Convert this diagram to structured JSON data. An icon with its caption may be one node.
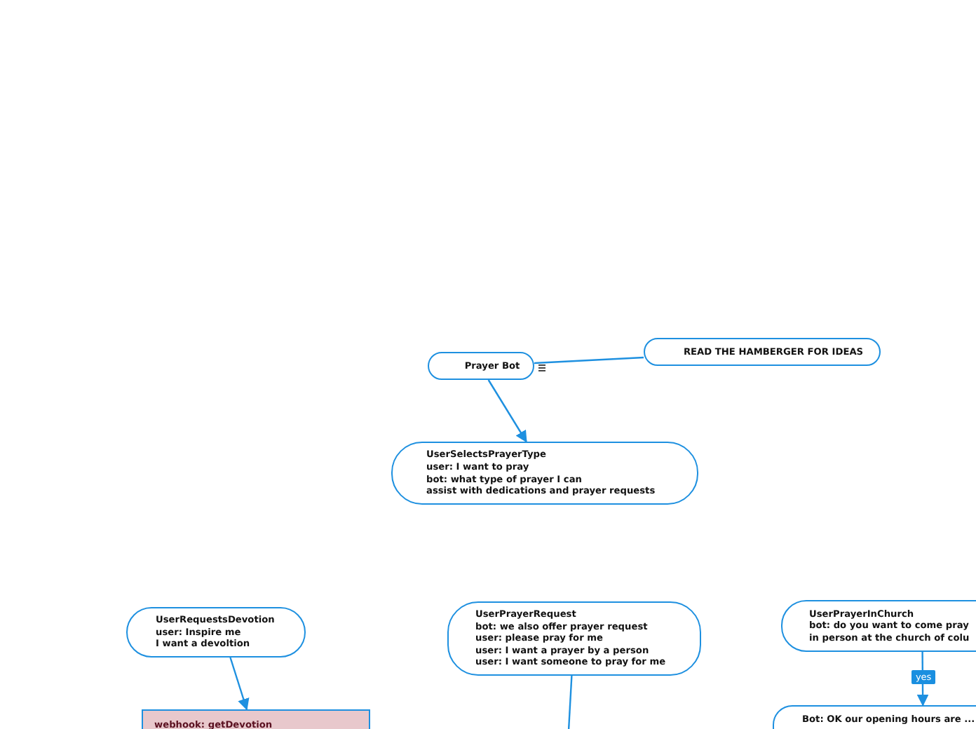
{
  "diagram": {
    "nodes": [
      {
        "text": [
          "Prayer Bot"
        ]
      },
      {
        "text": [
          "READ THE HAMBERGER FOR IDEAS"
        ]
      },
      {
        "text": [
          "UserSelectsPrayerType",
          "user: I want to pray",
          "bot: what type of prayer I can",
          "assist with dedications and prayer requests"
        ]
      },
      {
        "text": [
          "UserRequestsDevotion",
          "user: Inspire me",
          "I want a devoltion"
        ]
      },
      {
        "text": [
          "webhook: getDevotion"
        ]
      },
      {
        "text": [
          "UserPrayerRequest",
          "bot: we also offer prayer request",
          "user: please pray for me",
          "user: I want a prayer by a person",
          "user: I want someone to pray for me"
        ]
      },
      {
        "text": [
          "UserPrayerInChurch",
          "bot: do you want to come pray",
          "in person at the church of colu"
        ]
      },
      {
        "text": [
          "Bot: OK our opening hours are ..."
        ]
      }
    ],
    "edges": [
      {
        "from": 0,
        "to": 2,
        "arrow": "to"
      },
      {
        "from": 1,
        "to": 0,
        "arrow": "none"
      },
      {
        "from": 3,
        "to": 4,
        "arrow": "to"
      },
      {
        "from": 5,
        "to": null,
        "arrow": "none"
      },
      {
        "from": 6,
        "to": 7,
        "arrow": "to",
        "label": "yes"
      }
    ]
  }
}
